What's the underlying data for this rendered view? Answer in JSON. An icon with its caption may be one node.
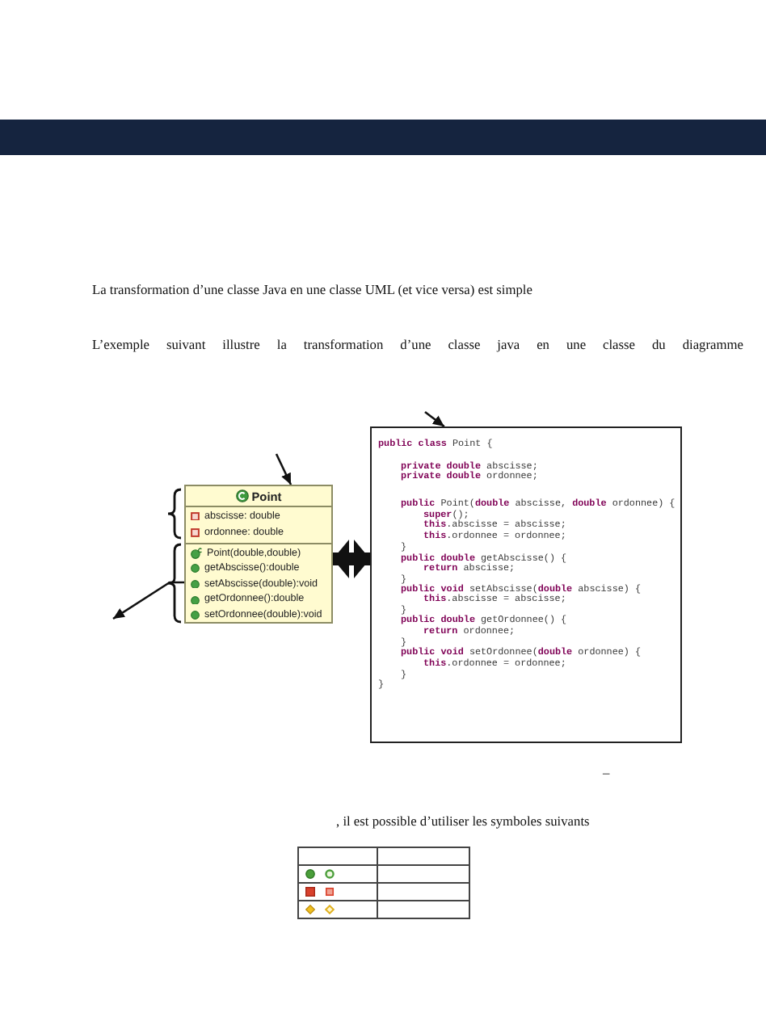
{
  "diagram": {
    "nodes": [
      {
        "text": [
          "Point"
        ]
      },
      {
        "text": [
          "abscisse: double",
          "ordonnee: double"
        ],
        "in": 0
      },
      {
        "text": [
          "Point(double,double)",
          "getAbscisse():double",
          "setAbscisse(double):void",
          "getOrdonnee():double",
          "setOrdonnee(double):void"
        ],
        "in": 0
      },
      {
        "text": [
          "**public** **class** Point {",
          "**private** **double** abscisse;",
          "**private** **double** ordonnee;",
          "**public** Point(**double** abscisse, **double** ordonnee) {",
          "**super**();",
          "**this**.abscisse = abscisse;",
          "**this**.ordonnee = ordonnee;",
          "}",
          "**public** **double** getAbscisse() {",
          "**return** abscisse;",
          "}",
          "**public** **void** setAbscisse(**double** abscisse) {",
          "**this**.abscisse = abscisse;",
          "}",
          "**public** **double** getOrdonnee() {",
          "**return** ordonnee;",
          "}",
          "**public** **void** setOrdonnee(**double** ordonnee) {",
          "**this**.ordonnee = ordonnee;",
          "}",
          "}"
        ]
      }
    ],
    "edges": [
      {
        "from": null,
        "to": 3,
        "arrow": "to"
      },
      {
        "from": null,
        "to": 0,
        "arrow": "to"
      },
      {
        "from": 0,
        "to": 3,
        "arrow": "both",
        "style": "thick"
      },
      {
        "from": 2,
        "to": null,
        "arrow": "to"
      }
    ],
    "labels": [
      "La transformation d’une classe Java en une classe UML (et vice versa) est simple",
      "L’exemple suivant illustre la transformation d’une classe java en une classe du diagramme",
      "–",
      ", il est possible d’utiliser les symboles suivants"
    ]
  }
}
